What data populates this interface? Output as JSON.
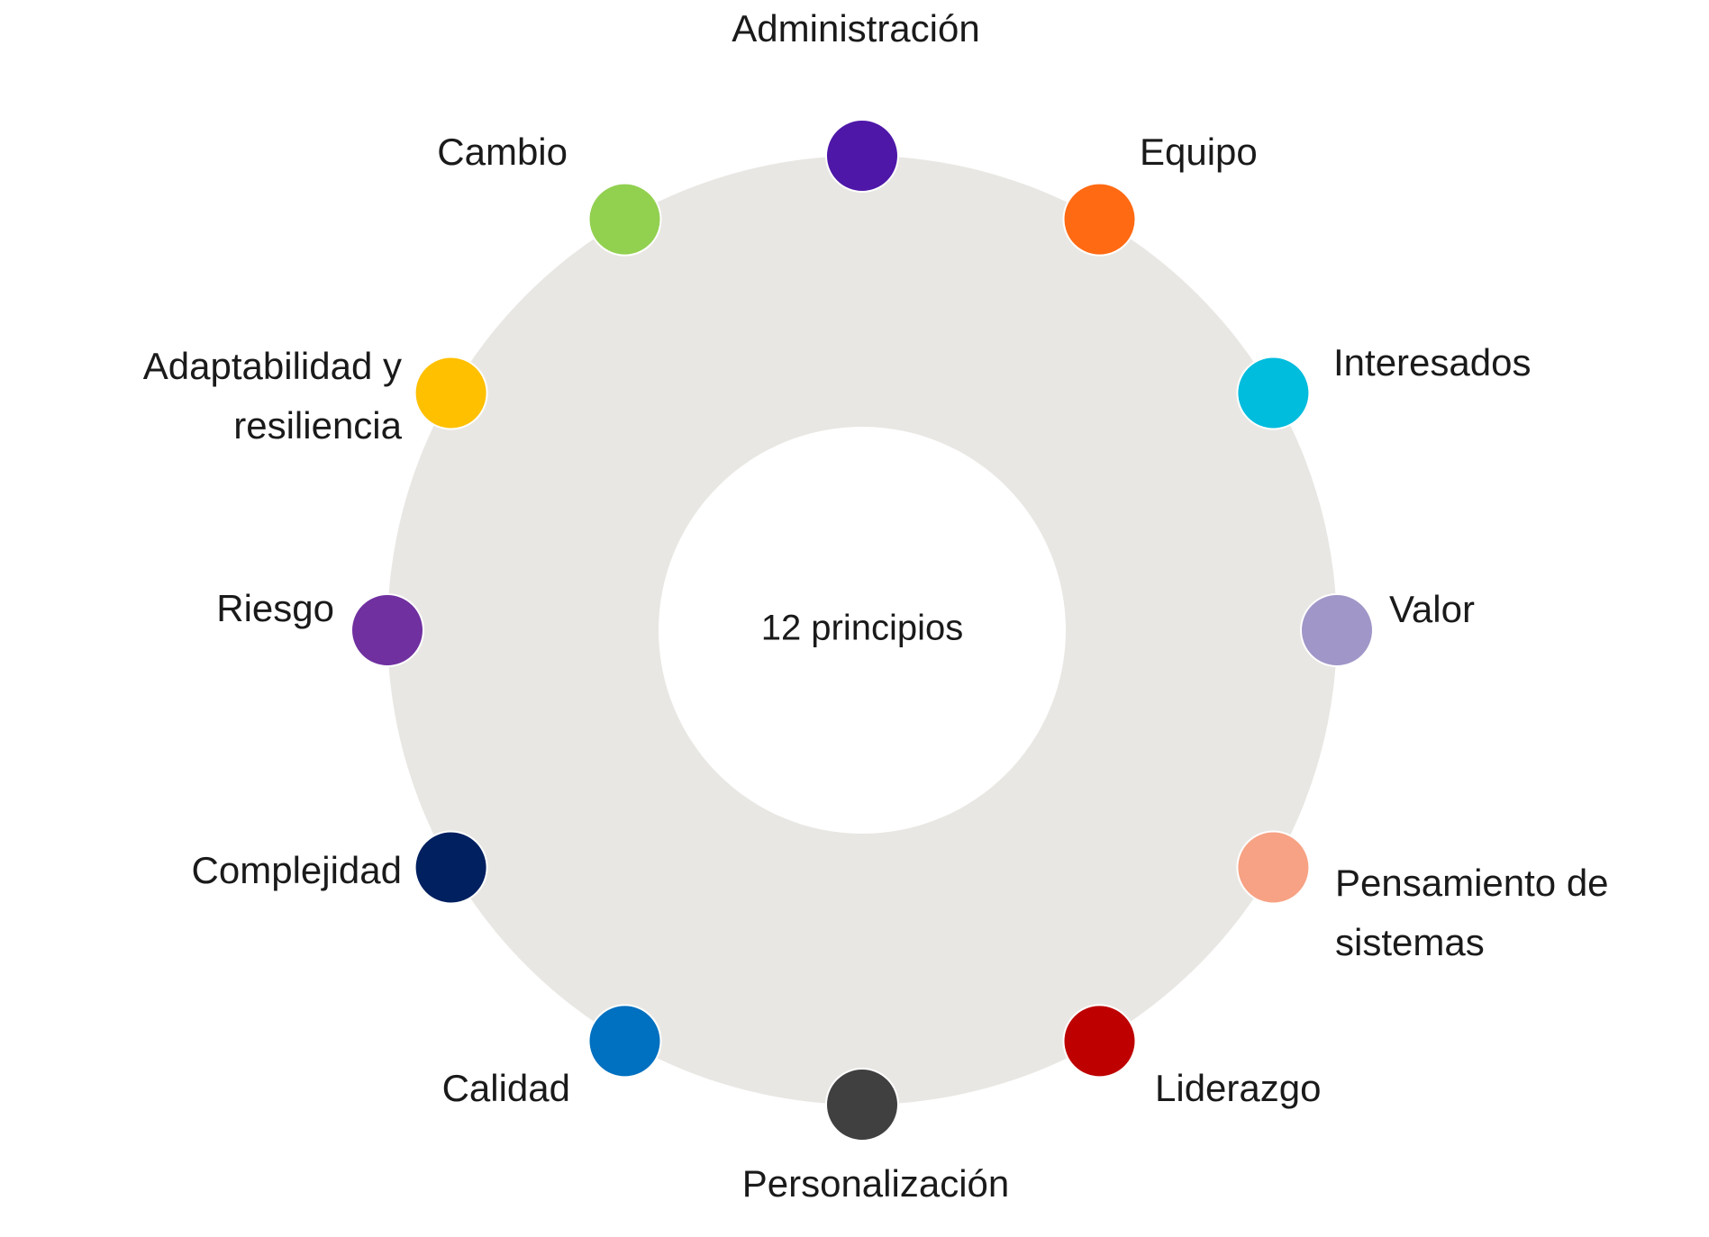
{
  "center_label": "12 principios",
  "colors": {
    "ring": "#E8E7E3",
    "hole": "#FFFFFF"
  },
  "principles": [
    {
      "label": "Administración",
      "color": "#4E17A8",
      "icon": "purple-dot"
    },
    {
      "label": "Equipo",
      "color": "#FF6A13",
      "icon": "orange-dot"
    },
    {
      "label": "Interesados",
      "color": "#00BCDD",
      "icon": "cyan-dot"
    },
    {
      "label": "Valor",
      "color": "#A096C8",
      "icon": "lavender-dot"
    },
    {
      "label": "Pensamiento de sistemas",
      "color": "#F7A284",
      "icon": "salmon-dot"
    },
    {
      "label": "Liderazgo",
      "color": "#BE0000",
      "icon": "red-dot"
    },
    {
      "label": "Personalización",
      "color": "#404040",
      "icon": "gray-dot"
    },
    {
      "label": "Calidad",
      "color": "#0070C0",
      "icon": "blue-dot"
    },
    {
      "label": "Complejidad",
      "color": "#002060",
      "icon": "navy-dot"
    },
    {
      "label": "Riesgo",
      "color": "#7030A0",
      "icon": "violet-dot"
    },
    {
      "label": "Adaptabilidad y resiliencia",
      "color": "#FFC000",
      "icon": "yellow-dot"
    },
    {
      "label": "Cambio",
      "color": "#92D050",
      "icon": "green-dot"
    }
  ]
}
